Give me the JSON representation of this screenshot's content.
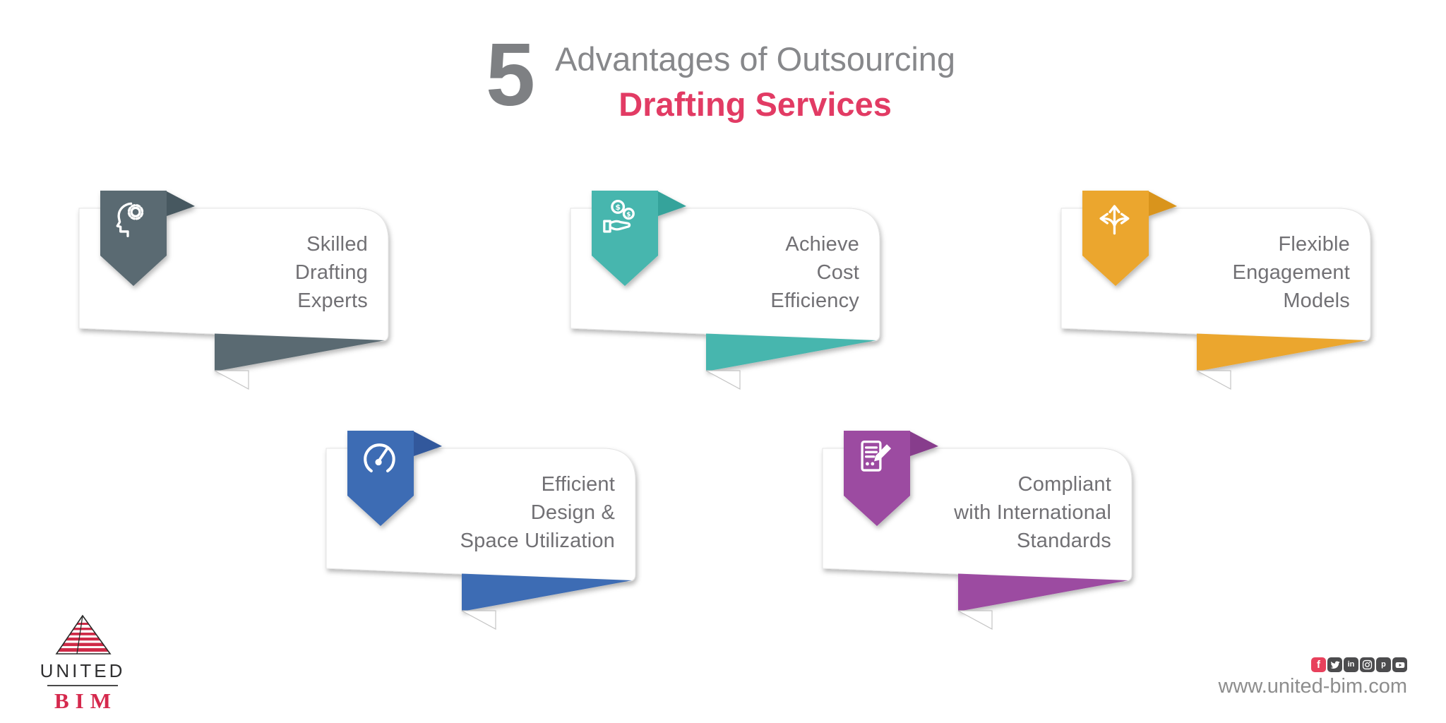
{
  "title": {
    "number": "5",
    "line1": "Advantages of Outsourcing",
    "line2": "Drafting Services",
    "number_color": "#7e8083",
    "line1_color": "#87888b",
    "accent_color": "#e23b64"
  },
  "card_text_color": "#717074",
  "cards": [
    {
      "label": "Skilled Drafting Experts",
      "lines": [
        "Skilled",
        "Drafting",
        "Experts"
      ],
      "icon": "head-gear-icon",
      "color": "#5a6a72",
      "fold_color": "#475860"
    },
    {
      "label": "Achieve Cost Efficiency",
      "lines": [
        "Achieve",
        "Cost",
        "Efficiency"
      ],
      "icon": "hand-coins-icon",
      "color": "#47b6ae",
      "fold_color": "#35a39b"
    },
    {
      "label": "Flexible Engagement Models",
      "lines": [
        "Flexible",
        "Engagement",
        "Models"
      ],
      "icon": "branch-arrows-icon",
      "color": "#eba62f",
      "fold_color": "#d9941c"
    },
    {
      "label": "Efficient Design & Space Utilization",
      "lines": [
        "Efficient",
        "Design &",
        "Space Utilization"
      ],
      "icon": "gauge-icon",
      "color": "#3e6cb4",
      "fold_color": "#30589c"
    },
    {
      "label": "Compliant with International Standards",
      "lines": [
        "Compliant",
        "with International",
        "Standards"
      ],
      "icon": "document-pen-icon",
      "color": "#9c4ba1",
      "fold_color": "#873c8c"
    }
  ],
  "footer": {
    "logo": {
      "line1": "UNITED",
      "line2": "BIM",
      "united_color": "#2f2f30",
      "bim_color": "#d5294d"
    },
    "website": "www.united-bim.com",
    "website_color": "#8d8d8d",
    "social": [
      {
        "name": "facebook",
        "color": "#e8415c"
      },
      {
        "name": "twitter",
        "color": "#4c4c4e"
      },
      {
        "name": "linkedin",
        "color": "#4c4c4e"
      },
      {
        "name": "instagram",
        "color": "#4c4c4e"
      },
      {
        "name": "pinterest",
        "color": "#4c4c4e"
      },
      {
        "name": "youtube",
        "color": "#4c4c4e"
      }
    ]
  }
}
